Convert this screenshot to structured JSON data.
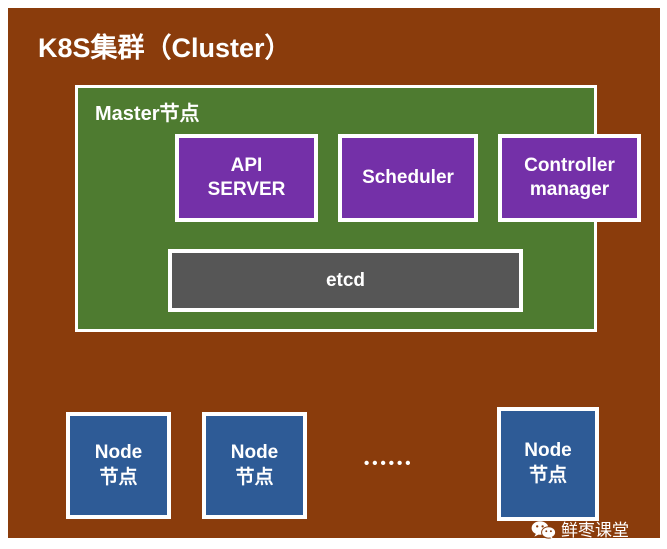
{
  "cluster": {
    "title": "K8S集群（Cluster）",
    "bg_color": "#8a3c0c"
  },
  "master": {
    "title": "Master节点",
    "bg_color": "#4e7b30",
    "components": [
      {
        "id": "api-server",
        "label": "API\nSERVER",
        "line1": "API",
        "line2": "SERVER",
        "color": "#7430a8"
      },
      {
        "id": "scheduler",
        "label": "Scheduler",
        "line1": "Scheduler",
        "line2": "",
        "color": "#7430a8"
      },
      {
        "id": "controller-manager",
        "label": "Controller manager",
        "line1": "Controller",
        "line2": "manager",
        "color": "#7430a8"
      }
    ],
    "storage": {
      "id": "etcd",
      "label": "etcd",
      "color": "#565656"
    }
  },
  "nodes": [
    {
      "id": "node-1",
      "line1": "Node",
      "line2": "节点",
      "color": "#2e5b96"
    },
    {
      "id": "node-2",
      "line1": "Node",
      "line2": "节点",
      "color": "#2e5b96"
    },
    {
      "id": "node-3",
      "line1": "Node",
      "line2": "节点",
      "color": "#2e5b96"
    }
  ],
  "ellipsis": {
    "text": "••••••",
    "dot_count": 6
  },
  "watermark": {
    "icon": "wechat-icon",
    "text": "鲜枣课堂"
  }
}
